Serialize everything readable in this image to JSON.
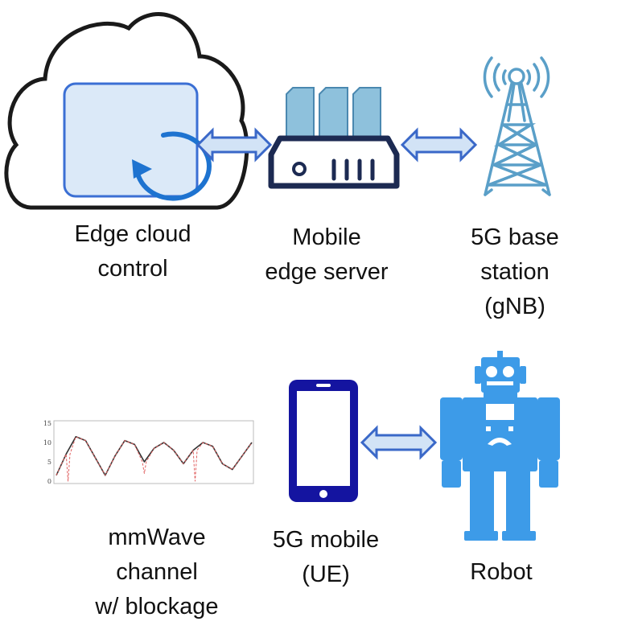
{
  "nodes": {
    "edge_cloud": {
      "lines": [
        "Edge cloud",
        "control"
      ]
    },
    "mobile_edge_server": {
      "lines": [
        "Mobile",
        "edge server"
      ]
    },
    "base_station": {
      "lines": [
        "5G base",
        "station",
        "(gNB)"
      ]
    },
    "mmwave_channel": {
      "lines": [
        "mmWave",
        "channel",
        "w/ blockage"
      ]
    },
    "mobile_ue": {
      "lines": [
        "5G mobile",
        "(UE)"
      ]
    },
    "robot": {
      "lines": [
        "Robot"
      ]
    }
  },
  "chart_data": {
    "type": "line",
    "yticks": [
      "15",
      "10",
      "5",
      "0"
    ],
    "ylim": [
      0,
      15
    ],
    "series": [
      {
        "style": "solid",
        "color": "#333333",
        "x": [
          0,
          0.05,
          0.1,
          0.15,
          0.2,
          0.25,
          0.3,
          0.35,
          0.4,
          0.45,
          0.5,
          0.55,
          0.6,
          0.65,
          0.7,
          0.75,
          0.8,
          0.85,
          0.9,
          0.95,
          1.0
        ],
        "y": [
          1.5,
          7,
          11.5,
          10.5,
          6,
          1.5,
          6.5,
          10.5,
          9.5,
          5,
          8.5,
          10,
          8,
          4.5,
          8,
          10,
          9,
          4.5,
          3,
          6.5,
          10
        ]
      },
      {
        "style": "dashed",
        "color": "#e06060",
        "x": [
          0,
          0.05,
          0.06,
          0.07,
          0.1,
          0.15,
          0.2,
          0.25,
          0.3,
          0.35,
          0.4,
          0.44,
          0.45,
          0.46,
          0.5,
          0.55,
          0.6,
          0.65,
          0.7,
          0.71,
          0.72,
          0.75,
          0.8,
          0.85,
          0.9,
          0.95,
          1.0
        ],
        "y": [
          1.5,
          7,
          0,
          7,
          11.5,
          10.5,
          6,
          1.5,
          6.5,
          10.5,
          9.5,
          5,
          2,
          5,
          8.5,
          10,
          8,
          4.5,
          8,
          0,
          8,
          10,
          9,
          4.5,
          3,
          6.5,
          10
        ]
      }
    ]
  },
  "colors": {
    "outline": "#1a1a1a",
    "panel_fill": "#dbe9f8",
    "panel_stroke": "#3b6fd4",
    "refresh": "#1e73d0",
    "arrow_fill": "#d2e3f6",
    "arrow_stroke": "#3a68c8",
    "server_top": "#8ec1dc",
    "server_top_stroke": "#4a88b0",
    "server_body": "#1c2a52",
    "tower": "#5a9fc8",
    "phone": "#1414a0",
    "robot": "#3d9be8"
  }
}
